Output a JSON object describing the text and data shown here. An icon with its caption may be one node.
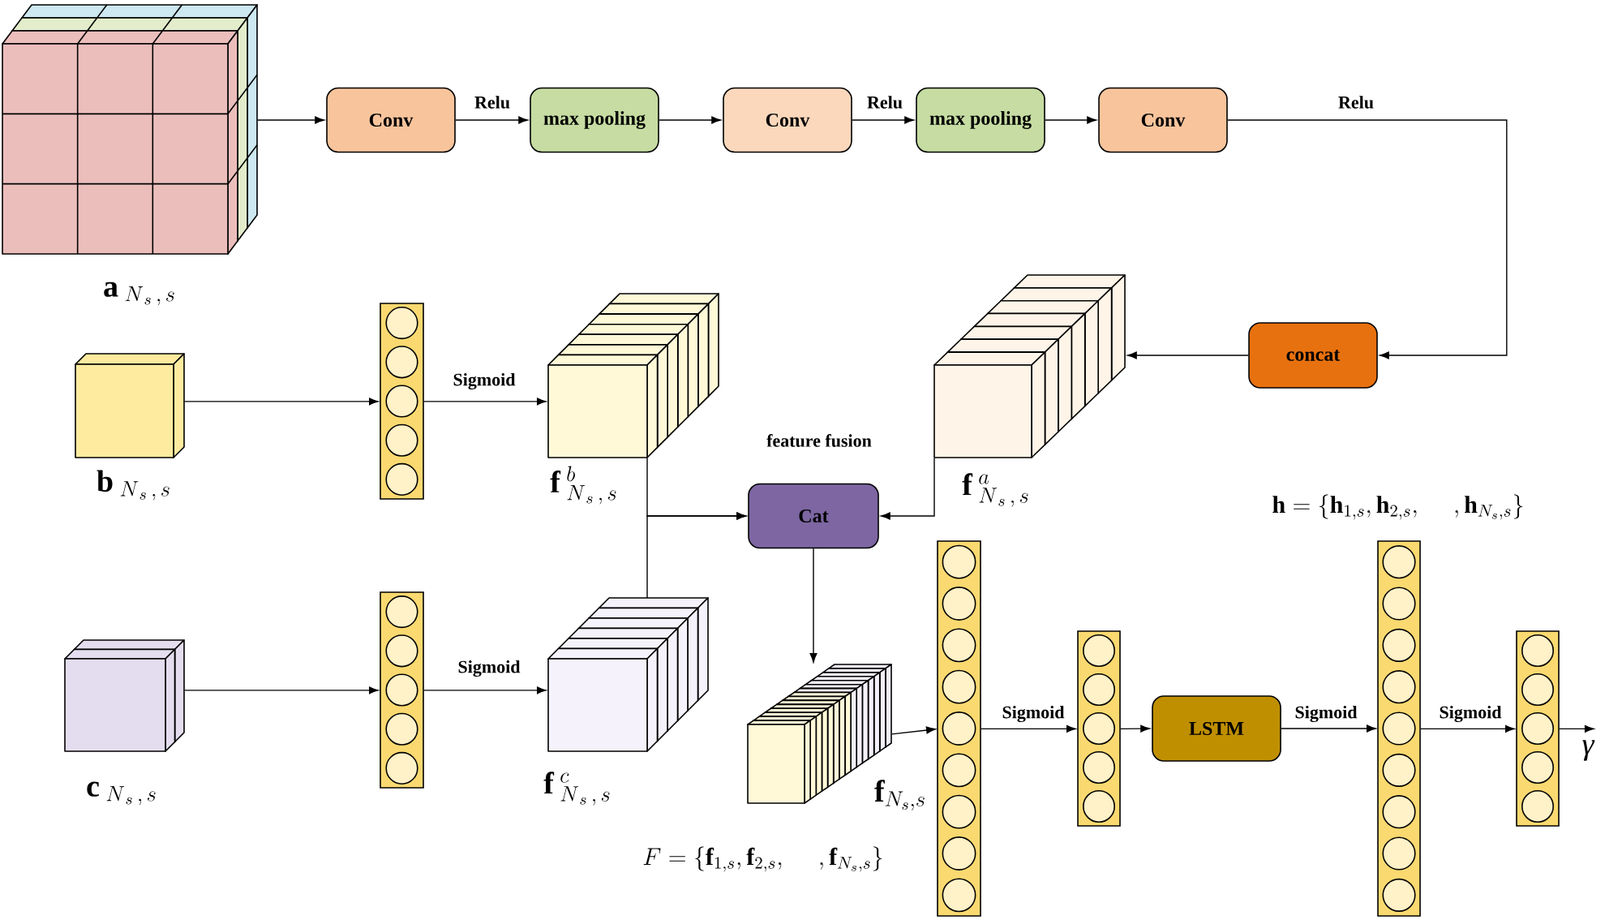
{
  "diagram": {
    "nodes": [
      {
        "text": [],
        "shape": "cube",
        "beside": [
          "\\mathbf{a}_{\\;N_{\\,s}\\,,\\,s}"
        ]
      },
      {
        "text": [
          "Conv"
        ]
      },
      {
        "text": [
          "max pooling"
        ]
      },
      {
        "text": [
          "Conv"
        ]
      },
      {
        "text": [
          "max pooling"
        ]
      },
      {
        "text": [
          "Conv"
        ]
      },
      {
        "text": [
          "concat"
        ]
      },
      {
        "text": [],
        "shape": "cube",
        "beside": [
          "\\mathbf{f}^{\\;a}_{\\;N_{\\,s}\\,,\\,s}"
        ]
      },
      {
        "text": [],
        "shape": "cube",
        "beside": [
          "\\mathbf{b}_{\\;N_{\\,s}\\,,\\,s}"
        ]
      },
      {
        "text": [],
        "shape": "bar"
      },
      {
        "text": [],
        "shape": "cube",
        "beside": [
          "\\mathbf{f}^{\\;b}_{\\;N_{\\,s}\\,,\\,s}"
        ]
      },
      {
        "text": [],
        "shape": "cube",
        "beside": [
          "\\mathbf{c}_{\\;N_{\\,s}\\,,\\,s}"
        ]
      },
      {
        "text": [],
        "shape": "bar"
      },
      {
        "text": [],
        "shape": "cube",
        "beside": [
          "\\mathbf{f}^{\\;c}_{\\;N_{\\,s}\\,,\\,s}"
        ]
      },
      {
        "text": [
          "Cat"
        ]
      },
      {
        "text": [],
        "shape": "cube",
        "beside": [
          "\\mathbf{f}_{N_s,s}"
        ]
      },
      {
        "text": [],
        "shape": "bar"
      },
      {
        "text": [],
        "shape": "bar"
      },
      {
        "text": [
          "LSTM"
        ]
      },
      {
        "text": [],
        "shape": "bar"
      },
      {
        "text": [],
        "shape": "bar"
      },
      {
        "text": [
          "γ"
        ]
      }
    ],
    "edges": [
      {
        "from": 0,
        "to": 1,
        "arrow": "to"
      },
      {
        "from": 1,
        "to": 2,
        "arrow": "to",
        "label": "Relu"
      },
      {
        "from": 2,
        "to": 3,
        "arrow": "to"
      },
      {
        "from": 3,
        "to": 4,
        "arrow": "to",
        "label": "Relu"
      },
      {
        "from": 4,
        "to": 5,
        "arrow": "to"
      },
      {
        "from": 5,
        "to": 6,
        "arrow": "to",
        "label": "Relu"
      },
      {
        "from": 6,
        "to": 7,
        "arrow": "to"
      },
      {
        "from": 8,
        "to": 9,
        "arrow": "to"
      },
      {
        "from": 9,
        "to": 10,
        "arrow": "to",
        "label": "Sigmoid"
      },
      {
        "from": 11,
        "to": 12,
        "arrow": "to"
      },
      {
        "from": 12,
        "to": 13,
        "arrow": "to",
        "label": "Sigmoid"
      },
      {
        "from": 10,
        "to": 14,
        "arrow": "to"
      },
      {
        "from": 13,
        "to": 14,
        "arrow": "to"
      },
      {
        "from": 7,
        "to": 14,
        "arrow": "to"
      },
      {
        "from": 14,
        "to": 15,
        "arrow": "to"
      },
      {
        "from": 15,
        "to": 16,
        "arrow": "to"
      },
      {
        "from": 16,
        "to": 17,
        "arrow": "to",
        "label": "Sigmoid"
      },
      {
        "from": 17,
        "to": 18,
        "arrow": "to"
      },
      {
        "from": 18,
        "to": 19,
        "arrow": "to",
        "label": "Sigmoid"
      },
      {
        "from": 19,
        "to": 20,
        "arrow": "to",
        "label": "Sigmoid"
      },
      {
        "from": 20,
        "to": 21,
        "arrow": "to"
      }
    ],
    "labels": [
      "feature fusion",
      "F=\\{\\mathbf{f}_{1,s},\\mathbf{f}_{2,s},\\quad\\;,\\mathbf{f}_{N_s,s}\\}",
      "\\mathbf{h}=\\{\\mathbf{h}_{1,s},\\mathbf{h}_{2,s},\\quad\\;,\\mathbf{h}_{N_s,s}\\}"
    ]
  }
}
